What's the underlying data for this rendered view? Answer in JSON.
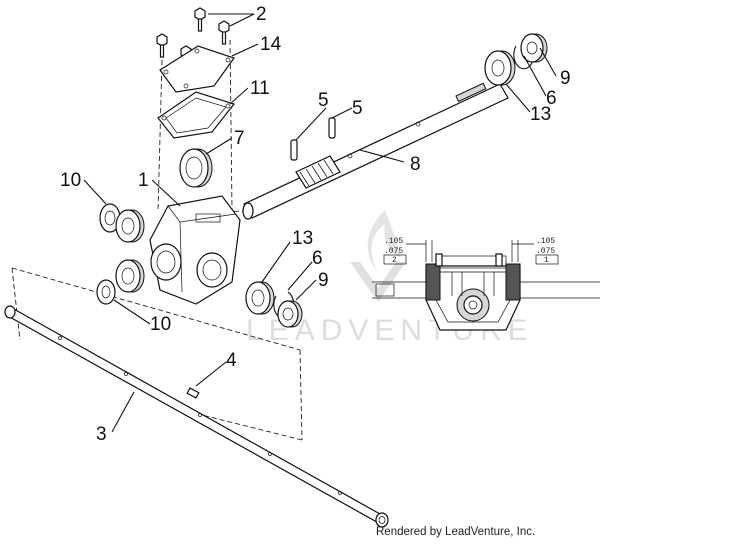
{
  "diagram": {
    "callouts": {
      "c1": "1",
      "c2": "2",
      "c3": "3",
      "c4": "4",
      "c5a": "5",
      "c5b": "5",
      "c6a": "6",
      "c6b": "6",
      "c7": "7",
      "c8": "8",
      "c9a": "9",
      "c9b": "9",
      "c10a": "10",
      "c10b": "10",
      "c11": "11",
      "c13a": "13",
      "c13b": "13",
      "c14": "14"
    },
    "detail": {
      "left_dim_top": ".105",
      "left_dim_bottom": ".075",
      "left_box": "2",
      "right_dim_top": ".105",
      "right_dim_bottom": ".075",
      "right_box": "1"
    },
    "watermark": "LEADVENTURE",
    "credit": "Rendered by LeadVenture, Inc."
  }
}
